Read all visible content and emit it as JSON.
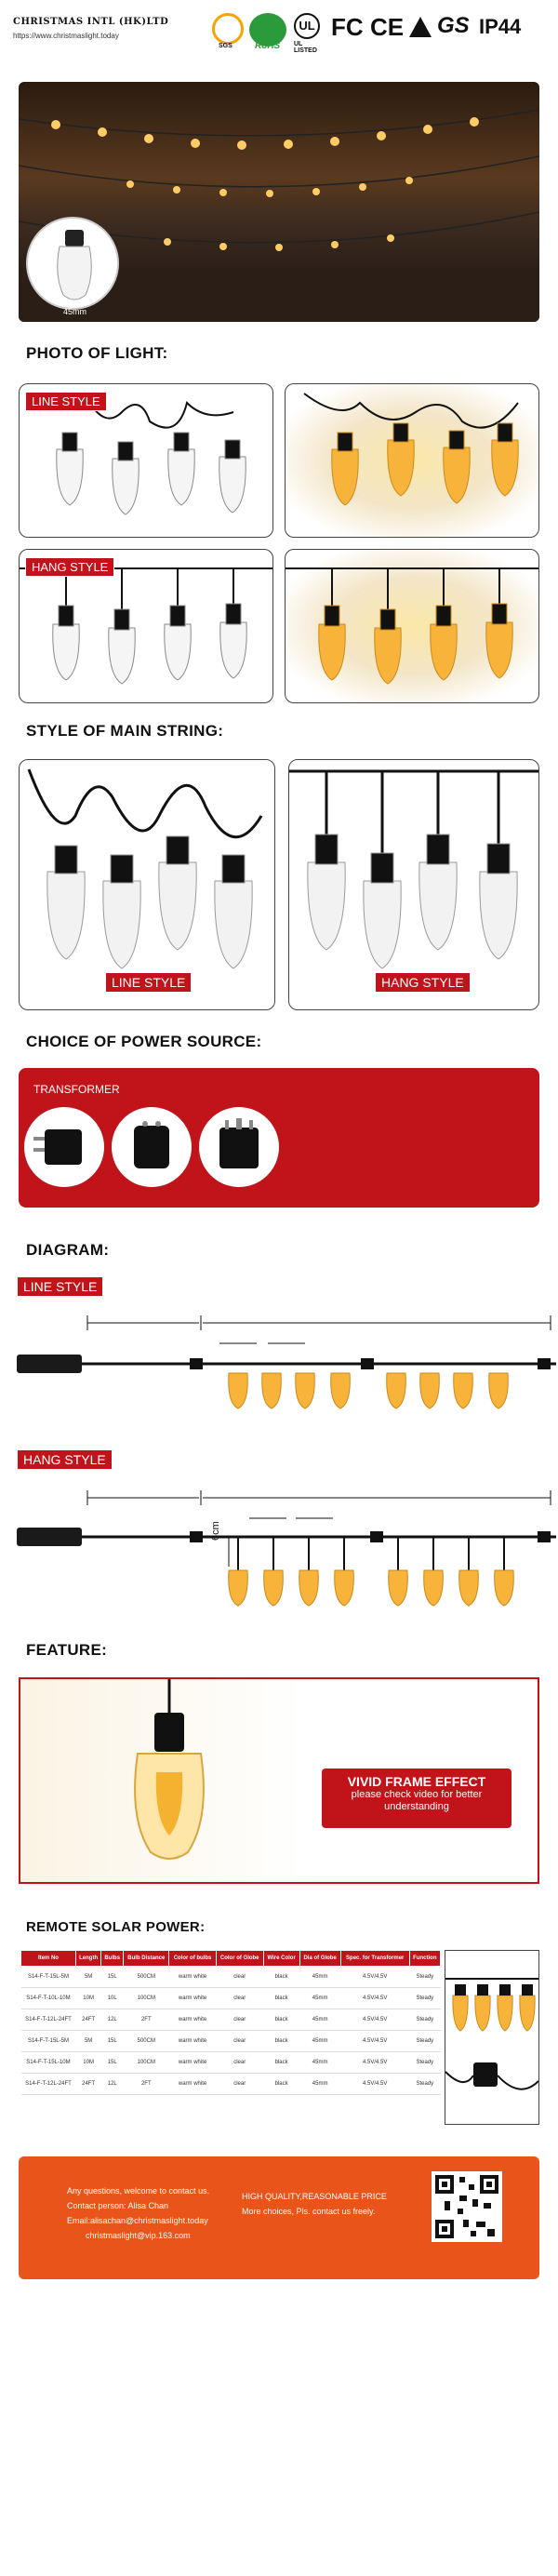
{
  "header": {
    "brand": "CHRISTMAS INTL (HK)LTD",
    "website": "https://www.christmaslight.today",
    "certs": [
      "SGS",
      "RoHS",
      "UL LISTED",
      "FC",
      "CE",
      "GS",
      "IP44"
    ]
  },
  "hero": {
    "dimension_label": "45mm"
  },
  "sections": {
    "photo": "PHOTO OF LIGHT:",
    "style": "STYLE OF MAIN STRING:",
    "power": "CHOICE OF POWER SOURCE:",
    "diagram": "DIAGRAM:",
    "feature": "FEATURE:",
    "remote": "REMOTE SOLAR POWER:"
  },
  "tags": {
    "line": "LINE STYLE",
    "hang": "HANG STYLE"
  },
  "power": {
    "label": "TRANSFORMER"
  },
  "diagram": {
    "hang_drop": "6cm"
  },
  "feature": {
    "headline": "VIVID FRAME EFFECT",
    "subline": "please check video for better understanding"
  },
  "table": {
    "headers": [
      "Item No",
      "Length",
      "Bulbs",
      "Bulb Distance",
      "Color of bulbs",
      "Color of Globe",
      "Wire Color",
      "Dia of Globe",
      "Spec. for Transformer",
      "Function"
    ],
    "rows": [
      [
        "S14-F-T-15L-5M",
        "5M",
        "15L",
        "500CM",
        "warm white",
        "clear",
        "black",
        "45mm",
        "4.5V/4.5V",
        "Steady"
      ],
      [
        "S14-F-T-10L-10M",
        "10M",
        "10L",
        "100CM",
        "warm white",
        "clear",
        "black",
        "45mm",
        "4.5V/4.5V",
        "Steady"
      ],
      [
        "S14-F-T-12L-24FT",
        "24FT",
        "12L",
        "2FT",
        "warm white",
        "clear",
        "black",
        "45mm",
        "4.5V/4.5V",
        "Steady"
      ],
      [
        "S14-F-T-15L-5M",
        "5M",
        "15L",
        "500CM",
        "warm white",
        "clear",
        "black",
        "45mm",
        "4.5V/4.5V",
        "Steady"
      ],
      [
        "S14-F-T-15L-10M",
        "10M",
        "15L",
        "100CM",
        "warm white",
        "clear",
        "black",
        "45mm",
        "4.5V/4.5V",
        "Steady"
      ],
      [
        "S14-F-T-12L-24FT",
        "24FT",
        "12L",
        "2FT",
        "warm white",
        "clear",
        "black",
        "45mm",
        "4.5V/4.5V",
        "Steady"
      ]
    ]
  },
  "footer": {
    "line1": "Any questions, welcome to contact us.",
    "line2": "Contact person: Alisa Chan",
    "line3": "Email:alisachan@christmaslight.today",
    "line4": "christmaslight@vip.163.com",
    "right1": "HIGH QUALITY,REASONABLE PRICE",
    "right2": "More choices, Pls. contact us freely."
  },
  "colors": {
    "accent": "#c0141a",
    "warm": "#f5b230",
    "footer": "#e8541a"
  }
}
